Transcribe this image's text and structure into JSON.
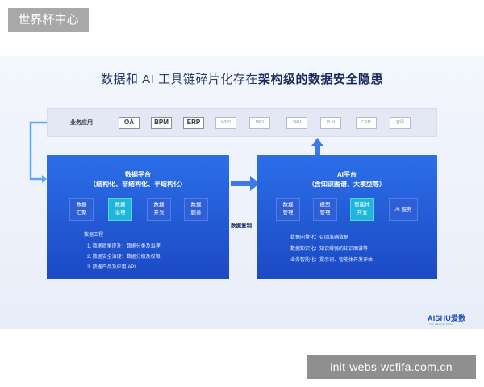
{
  "corner_tag": "世界杯中心",
  "watermark": "init-webs-wcfifa.com.cn",
  "slide": {
    "title_part1": "数据和 AI 工具链碎片化存在",
    "title_part2": "架构级的数据安全隐患",
    "app_bar_label": "业务应用",
    "apps": [
      "OA",
      "BPM",
      "ERP",
      "WMS",
      "MES",
      "SRM",
      "PLM",
      "CRM",
      "官网"
    ],
    "flow_label": "数据复制",
    "left_panel": {
      "title_line1": "数据平台",
      "title_line2": "（结构化、非结构化、半结构化）",
      "modules": [
        {
          "line1": "数据",
          "line2": "汇聚"
        },
        {
          "line1": "数据",
          "line2": "治理"
        },
        {
          "line1": "数据",
          "line2": "开发"
        },
        {
          "line1": "数据",
          "line2": "服务"
        }
      ],
      "section_title": "数据工程",
      "items": [
        "1.   数据质量提升：数据分类及治理",
        "2.   数据安全治理：数据分级及权限",
        "3.   数据产品及应用 API"
      ]
    },
    "right_panel": {
      "title_line1": "AI平台",
      "title_line2": "（含知识图谱、大模型等）",
      "modules": [
        {
          "line1": "数据",
          "line2": "管理"
        },
        {
          "line1": "模型",
          "line2": "管理"
        },
        {
          "line1": "智能体",
          "line2": "开发"
        }
      ],
      "service_label": "AI 服务",
      "items": [
        "数据向量化：召回准确数据",
        "数据知识化：知识增强的知识图谱等",
        "业务智能化：提示词、智能体开发评估"
      ]
    },
    "brand": "AISHU爱数",
    "brand_sub": "Your data, your future"
  },
  "colors": {
    "panel_blue": "#2157d8",
    "accent_cyan": "#1fb6dc",
    "arrow_blue": "#3b7be8",
    "title_navy": "#1a2a5a"
  }
}
